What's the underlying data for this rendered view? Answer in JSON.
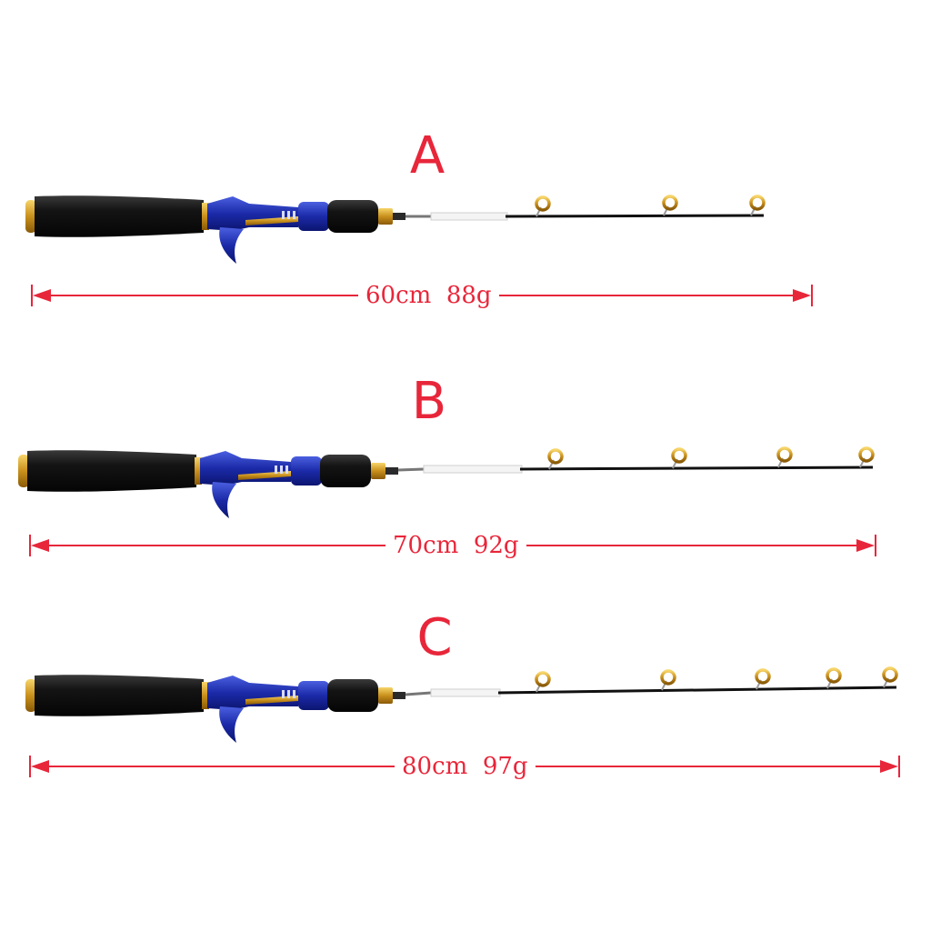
{
  "accent_color": "#e8263a",
  "variants": [
    {
      "label": "A",
      "length": "60cm",
      "weight": "88g"
    },
    {
      "label": "B",
      "length": "70cm",
      "weight": "92g"
    },
    {
      "label": "C",
      "length": "80cm",
      "weight": "97g"
    }
  ]
}
